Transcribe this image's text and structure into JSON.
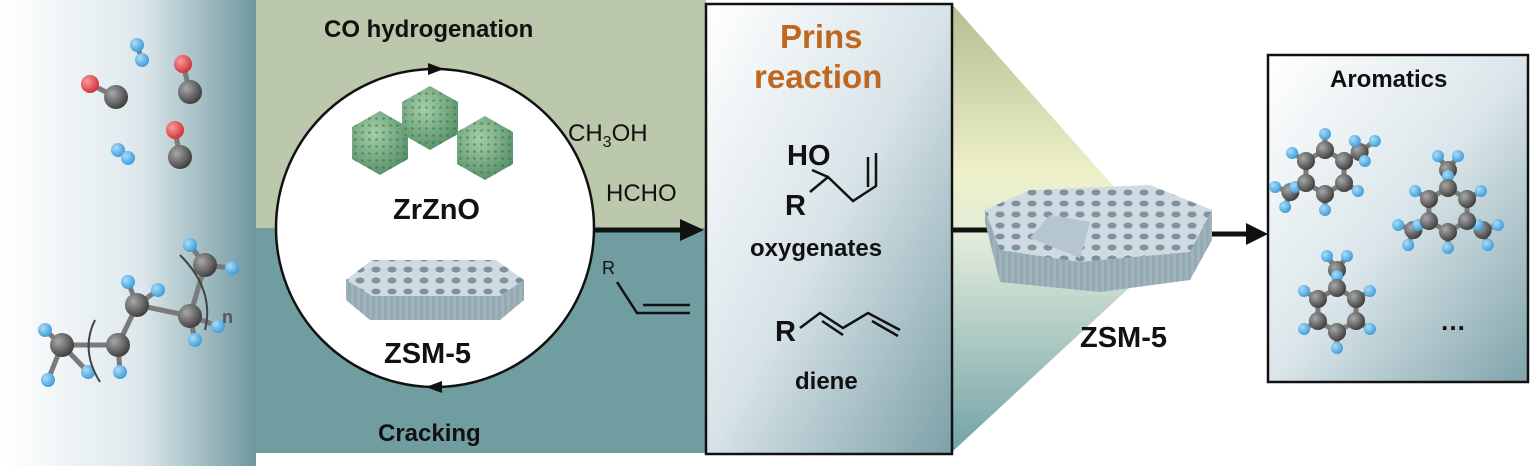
{
  "stage1": {
    "top_label": "CO hydrogenation",
    "bottom_label": "Cracking",
    "catalyst_top": "ZrZnO",
    "catalyst_bottom": "ZSM-5",
    "polymer_repeat": "n"
  },
  "intermediates": {
    "methanol": {
      "main": "CH",
      "sub": "3",
      "tail": "OH"
    },
    "formaldehyde": "HCHO",
    "olefin_r": "R"
  },
  "prins": {
    "title_line1": "Prins",
    "title_line2": "reaction",
    "ho": "HO",
    "r1": "R",
    "oxygenates": "oxygenates",
    "r2": "R",
    "diene": "diene"
  },
  "zeolite2": {
    "label": "ZSM-5"
  },
  "aromatics": {
    "title": "Aromatics",
    "more": "…"
  },
  "colors": {
    "upper_band": "#bcc8ab",
    "lower_band": "#709ea0",
    "prins_title": "#c0661e",
    "carbon": "#5e5e5e",
    "hydrogen": "#52b2e8",
    "oxygen": "#e04848",
    "zeolite": "#a9bcc6",
    "zrzno": "#78a783"
  }
}
